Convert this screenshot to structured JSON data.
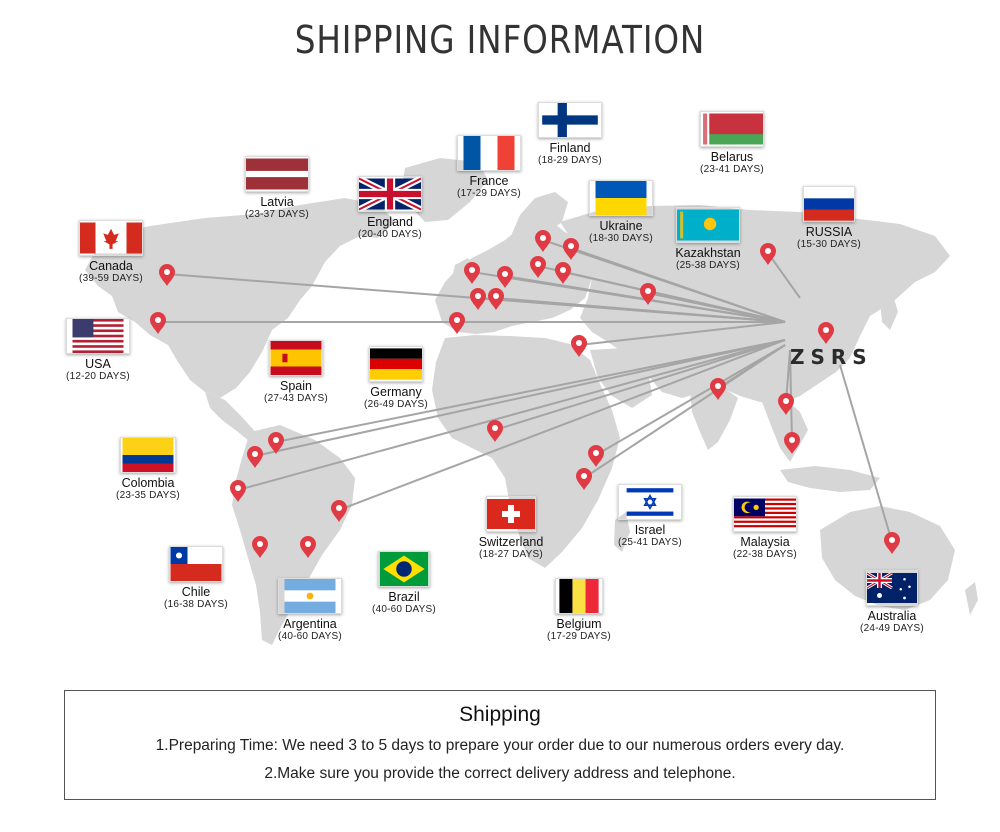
{
  "header": {
    "title": "SHIPPING INFORMATION"
  },
  "brand": "ZSRS",
  "colors": {
    "map": "#d6d6d6",
    "pin": "#e03a45",
    "route": "#a5a5a5"
  },
  "countries": [
    {
      "id": "finland",
      "name": "Finland",
      "days": "(18-29 DAYS)"
    },
    {
      "id": "belarus",
      "name": "Belarus",
      "days": "(23-41 DAYS)"
    },
    {
      "id": "france",
      "name": "France",
      "days": "(17-29 DAYS)"
    },
    {
      "id": "latvia",
      "name": "Latvia",
      "days": "(23-37 DAYS)"
    },
    {
      "id": "england",
      "name": "England",
      "days": "(20-40 DAYS)"
    },
    {
      "id": "ukraine",
      "name": "Ukraine",
      "days": "(18-30 DAYS)"
    },
    {
      "id": "kazakhstan",
      "name": "Kazakhstan",
      "days": "(25-38 DAYS)"
    },
    {
      "id": "russia",
      "name": "RUSSIA",
      "days": "(15-30 DAYS)"
    },
    {
      "id": "canada",
      "name": "Canada",
      "days": "(39-59 DAYS)"
    },
    {
      "id": "usa",
      "name": "USA",
      "days": "(12-20 DAYS)"
    },
    {
      "id": "spain",
      "name": "Spain",
      "days": "(27-43 DAYS)"
    },
    {
      "id": "germany",
      "name": "Germany",
      "days": "(26-49 DAYS)"
    },
    {
      "id": "colombia",
      "name": "Colombia",
      "days": "(23-35 DAYS)"
    },
    {
      "id": "switzerland",
      "name": "Switzerland",
      "days": "(18-27 DAYS)"
    },
    {
      "id": "israel",
      "name": "Israel",
      "days": "(25-41 DAYS)"
    },
    {
      "id": "malaysia",
      "name": "Malaysia",
      "days": "(22-38 DAYS)"
    },
    {
      "id": "chile",
      "name": "Chile",
      "days": "(16-38 DAYS)"
    },
    {
      "id": "brazil",
      "name": "Brazil",
      "days": "(40-60 DAYS)"
    },
    {
      "id": "argentina",
      "name": "Argentina",
      "days": "(40-60 DAYS)"
    },
    {
      "id": "belgium",
      "name": "Belgium",
      "days": "(17-29 DAYS)"
    },
    {
      "id": "australia",
      "name": "Australia",
      "days": "(24-49 DAYS)"
    }
  ],
  "shipping": {
    "title": "Shipping",
    "line1": "1.Preparing Time: We need 3 to 5 days to prepare your order due to our numerous orders every day.",
    "line2": "2.Make sure you provide the correct delivery address and telephone."
  }
}
